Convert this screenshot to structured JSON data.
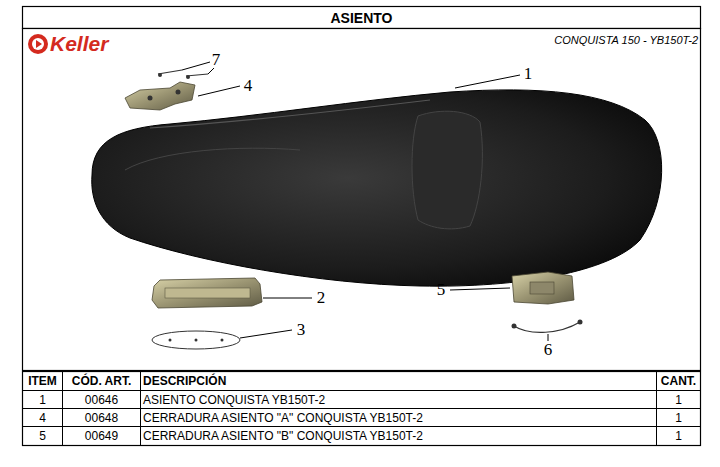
{
  "diagram": {
    "title": "ASIENTO",
    "labels": [
      "Keller",
      "CONQUISTA 150 - YB150T-2",
      "1",
      "7",
      "4",
      "2",
      "5",
      "3",
      "6",
      "ITEM",
      "CÓD. ART.",
      "DESCRIPCIÓN",
      "CANT.",
      "1",
      "00646",
      "ASIENTO CONQUISTA YB150T-2",
      "1",
      "4",
      "00648",
      "CERRADURA ASIENTO \"A\" CONQUISTA YB150T-2",
      "1",
      "5",
      "00649",
      "CERRADURA ASIENTO \"B\" CONQUISTA YB150T-2",
      "1"
    ]
  }
}
